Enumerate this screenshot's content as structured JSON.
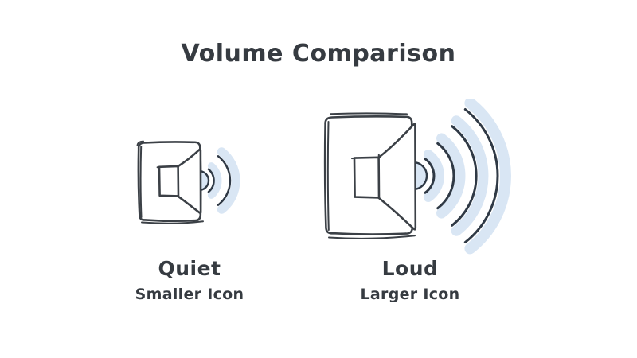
{
  "title": "Volume Comparison",
  "figures": [
    {
      "id": "quiet",
      "label": "Quiet",
      "sublabel": "Smaller Icon",
      "icon": "speaker-with-sound-waves-icon",
      "wave_count": 2,
      "relative_size": "small"
    },
    {
      "id": "loud",
      "label": "Loud",
      "sublabel": "Larger Icon",
      "icon": "speaker-with-sound-waves-icon",
      "wave_count": 4,
      "relative_size": "large"
    }
  ],
  "colors": {
    "ink": "#3b4046",
    "text": "#363b41",
    "wave_fill": "#d9e6f4",
    "wave_stroke": "#2f3945",
    "background": "#ffffff"
  }
}
